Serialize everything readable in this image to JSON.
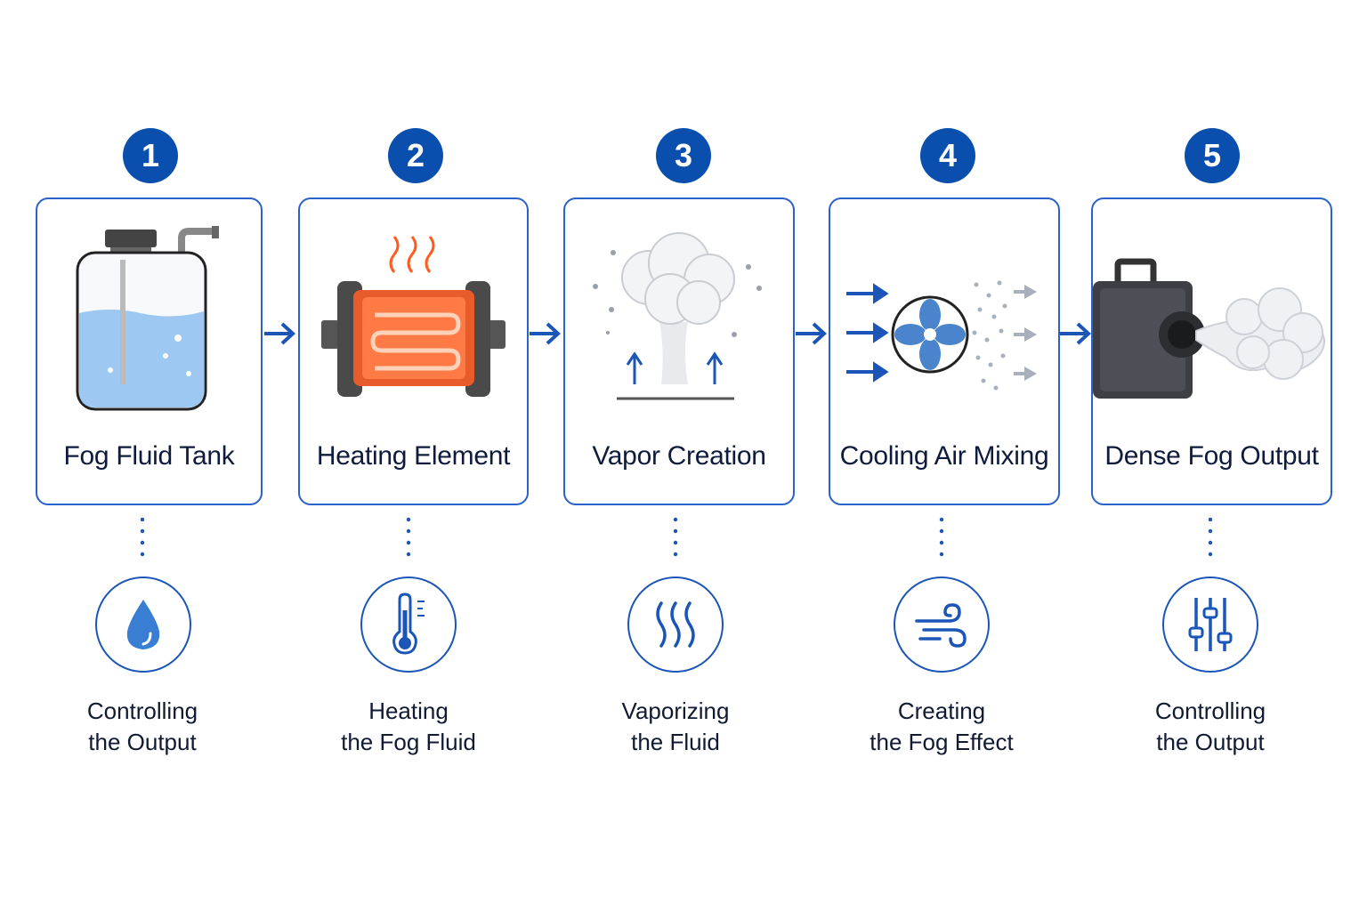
{
  "colors": {
    "primary": "#0b4fae",
    "border": "#2a62c9",
    "text": "#0f1b3d",
    "heat": "#ff5a1f",
    "water": "#8fbff0"
  },
  "steps": [
    {
      "number": "1",
      "title": "Fog Fluid Tank",
      "icon": "water-drop-icon",
      "caption_line1": "Controlling",
      "caption_line2": "the Output"
    },
    {
      "number": "2",
      "title": "Heating Element",
      "icon": "thermometer-icon",
      "caption_line1": "Heating",
      "caption_line2": "the Fog Fluid"
    },
    {
      "number": "3",
      "title": "Vapor Creation",
      "icon": "vapor-waves-icon",
      "caption_line1": "Vaporizing",
      "caption_line2": "the Fluid"
    },
    {
      "number": "4",
      "title": "Cooling Air Mixing",
      "icon": "wind-icon",
      "caption_line1": "Creating",
      "caption_line2": "the Fog Effect"
    },
    {
      "number": "5",
      "title": "Dense Fog Output",
      "icon": "sliders-icon",
      "caption_line1": "Controlling",
      "caption_line2": "the Output"
    }
  ]
}
